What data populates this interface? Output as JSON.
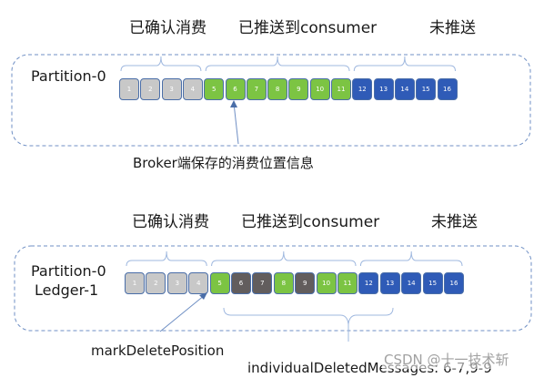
{
  "colors": {
    "acked": "#c8c8c8",
    "pushed": "#7cc443",
    "unpushed": "#2f5bb7",
    "deleted": "#625d5d",
    "border": "#4a6ea8",
    "dash": "#6f8fc4",
    "arrow": "#6f8fc4"
  },
  "diagrams": [
    {
      "segments": [
        {
          "label": "已确认消费",
          "from": 1,
          "to": 4
        },
        {
          "label": "已推送到consumer",
          "from": 5,
          "to": 11
        },
        {
          "label": "未推送",
          "from": 12,
          "to": 16
        }
      ],
      "partition_label": "Partition-0",
      "ledger_label": "",
      "messages": [
        {
          "id": "1",
          "state": "acked"
        },
        {
          "id": "2",
          "state": "acked"
        },
        {
          "id": "3",
          "state": "acked"
        },
        {
          "id": "4",
          "state": "acked"
        },
        {
          "id": "5",
          "state": "pushed"
        },
        {
          "id": "6",
          "state": "pushed"
        },
        {
          "id": "7",
          "state": "pushed"
        },
        {
          "id": "8",
          "state": "pushed"
        },
        {
          "id": "9",
          "state": "pushed"
        },
        {
          "id": "10",
          "state": "pushed"
        },
        {
          "id": "11",
          "state": "pushed"
        },
        {
          "id": "12",
          "state": "unpushed"
        },
        {
          "id": "13",
          "state": "unpushed"
        },
        {
          "id": "14",
          "state": "unpushed"
        },
        {
          "id": "15",
          "state": "unpushed"
        },
        {
          "id": "16",
          "state": "unpushed"
        }
      ],
      "annotation": "Broker端保存的消费位置信息"
    },
    {
      "segments": [
        {
          "label": "已确认消费",
          "from": 1,
          "to": 4
        },
        {
          "label": "已推送到consumer",
          "from": 5,
          "to": 11
        },
        {
          "label": "未推送",
          "from": 12,
          "to": 16
        }
      ],
      "partition_label": "Partition-0",
      "ledger_label": "Ledger-1",
      "messages": [
        {
          "id": "1",
          "state": "acked"
        },
        {
          "id": "2",
          "state": "acked"
        },
        {
          "id": "3",
          "state": "acked"
        },
        {
          "id": "4",
          "state": "acked"
        },
        {
          "id": "5",
          "state": "pushed"
        },
        {
          "id": "6",
          "state": "deleted"
        },
        {
          "id": "7",
          "state": "deleted"
        },
        {
          "id": "8",
          "state": "pushed"
        },
        {
          "id": "9",
          "state": "deleted"
        },
        {
          "id": "10",
          "state": "pushed"
        },
        {
          "id": "11",
          "state": "pushed"
        },
        {
          "id": "12",
          "state": "unpushed"
        },
        {
          "id": "13",
          "state": "unpushed"
        },
        {
          "id": "14",
          "state": "unpushed"
        },
        {
          "id": "15",
          "state": "unpushed"
        },
        {
          "id": "16",
          "state": "unpushed"
        }
      ],
      "mark_delete_label": "markDeletePosition",
      "individual_deleted_label": "individualDeletedMessages: 6-7,9-9"
    }
  ],
  "watermark": "CSDN @十一技术斩"
}
